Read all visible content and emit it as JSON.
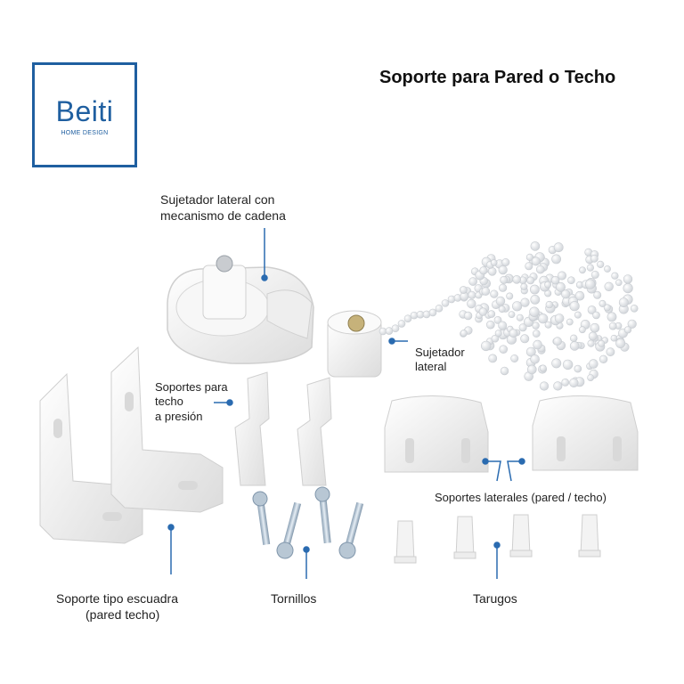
{
  "logo": {
    "name": "Beiti",
    "tagline": "HOME DESIGN"
  },
  "title": "Soporte para Pared o Techo",
  "labels": {
    "chain_mechanism": "Sujetador lateral con mecanismo de cadena",
    "chain_mechanism_line1": "Sujetador lateral con",
    "chain_mechanism_line2": "mecanismo de cadena",
    "side_holder_line1": "Sujetador",
    "side_holder_line2": "lateral",
    "ceiling_press_line1": "Soportes para",
    "ceiling_press_line2": "techo",
    "ceiling_press_line3": "a presión",
    "side_brackets": "Soportes laterales (pared / techo)",
    "angle_line1": "Soporte tipo escuadra",
    "angle_line2": "(pared techo)",
    "screws": "Tornillos",
    "plugs": "Tarugos"
  },
  "colors": {
    "brand": "#1f5fa0",
    "pointer": "#2a6bb0",
    "part": "#f2f2f2",
    "part_edge": "#cfcfcf"
  }
}
